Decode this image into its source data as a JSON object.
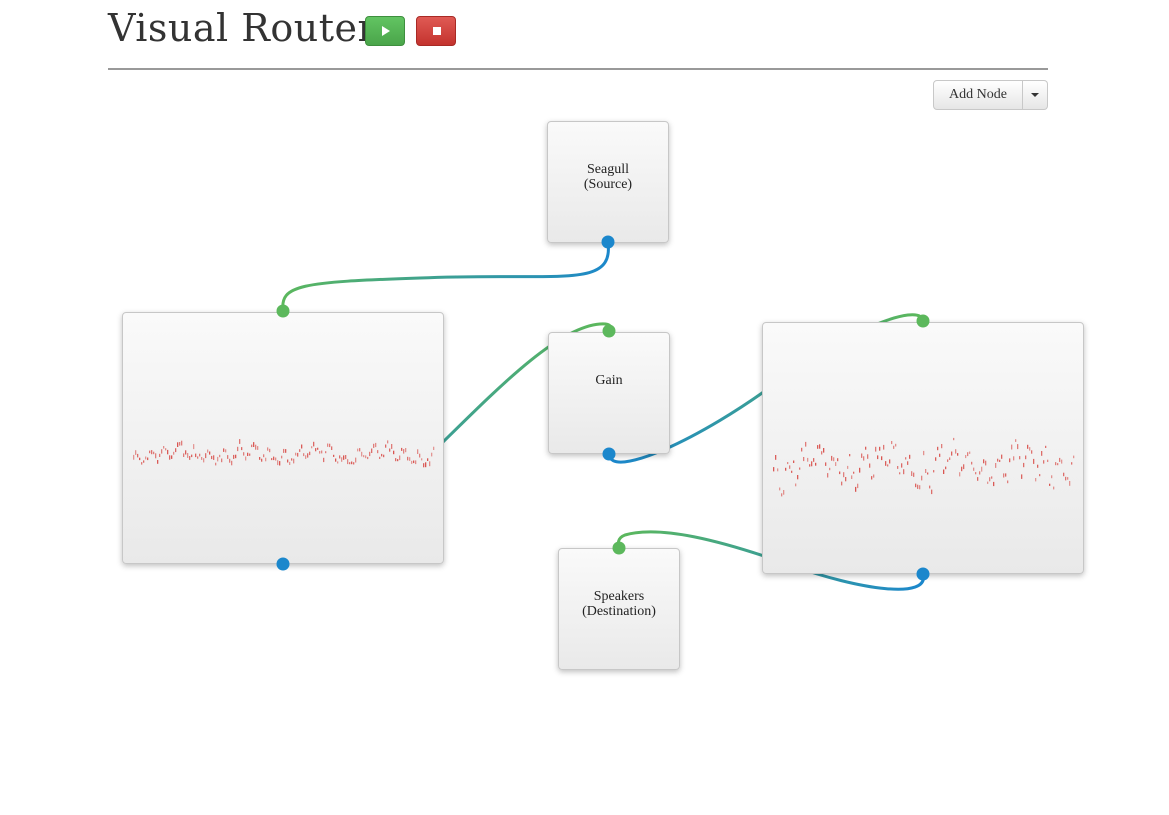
{
  "header": {
    "title": "Visual Router"
  },
  "toolbar": {
    "play_icon": "play-icon",
    "stop_icon": "stop-icon",
    "add_node_label": "Add Node",
    "dropdown_icon": "caret-down-icon"
  },
  "colors": {
    "input_port": "#5cb85c",
    "output_port": "#1b87cc",
    "play_button": "#5cb85c",
    "stop_button": "#d9534f",
    "waveform": "#d9534f"
  },
  "nodes": {
    "source": {
      "line1": "Seagull",
      "line2": "(Source)"
    },
    "gain": {
      "label": "Gain"
    },
    "destination": {
      "line1": "Speakers",
      "line2": "(Destination)"
    }
  }
}
